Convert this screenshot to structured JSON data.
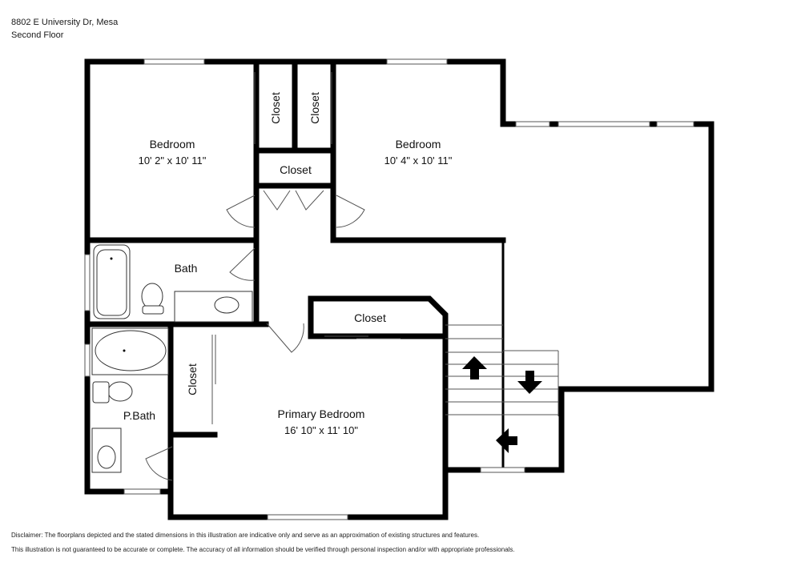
{
  "header": {
    "address": "8802 E University Dr, Mesa",
    "floor": "Second Floor"
  },
  "rooms": {
    "bedroom_left": {
      "name": "Bedroom",
      "dims": "10' 2\" x 10' 11\""
    },
    "bedroom_right": {
      "name": "Bedroom",
      "dims": "10' 4\" x 10' 11\""
    },
    "bath": {
      "name": "Bath"
    },
    "primary_bedroom": {
      "name": "Primary Bedroom",
      "dims": "16' 10\" x 11' 10\""
    },
    "primary_bath": {
      "name": "P.Bath"
    },
    "closet_label": "Closet"
  },
  "disclaimer": {
    "line1": "Disclaimer: The floorplans depicted and the stated dimensions in this illustration are indicative only and serve as an approximation of existing structures and features.",
    "line2": "This illustration is not guaranteed to be accurate or complete. The accuracy of all information should be verified through personal inspection and/or with appropriate professionals."
  }
}
